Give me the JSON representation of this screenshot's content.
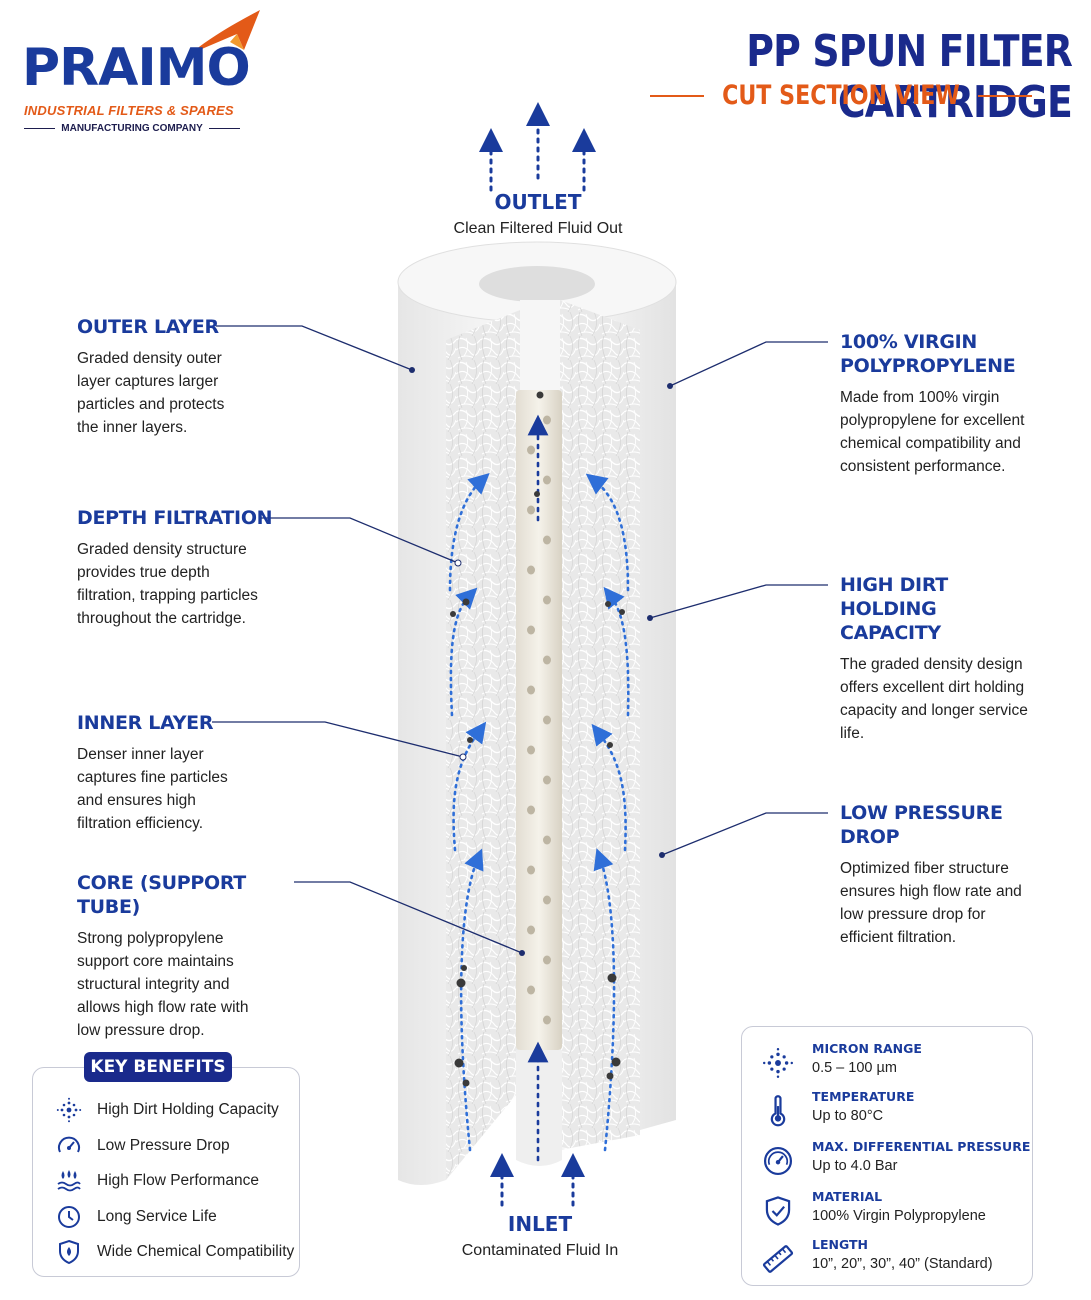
{
  "brand": {
    "name": "PRAIMO",
    "tagline": "INDUSTRIAL FILTERS & SPARES",
    "company": "MANUFACTURING COMPANY"
  },
  "header": {
    "title": "PP SPUN FILTER CARTRIDGE",
    "subtitle": "CUT SECTION VIEW"
  },
  "flow": {
    "outlet_title": "OUTLET",
    "outlet_sub": "Clean Filtered Fluid Out",
    "inlet_title": "INLET",
    "inlet_sub": "Contaminated Fluid In"
  },
  "callouts_left": [
    {
      "title": "OUTER LAYER",
      "text": "Graded density outer layer captures larger particles and protects the inner layers."
    },
    {
      "title": "DEPTH FILTRATION",
      "text": "Graded density structure provides true depth filtration, trapping particles throughout the cartridge."
    },
    {
      "title": "INNER LAYER",
      "text": "Denser inner layer captures fine particles and ensures high filtration efficiency."
    },
    {
      "title": "CORE (SUPPORT TUBE)",
      "text": "Strong polypropylene support core maintains structural integrity and allows high flow rate with low pressure drop."
    }
  ],
  "callouts_right": [
    {
      "title": "100% VIRGIN POLYPROPYLENE",
      "text": "Made from 100% virgin polypropylene for excellent chemical compatibility and consistent performance."
    },
    {
      "title": "HIGH DIRT HOLDING CAPACITY",
      "text": "The graded density design offers excellent dirt holding capacity and longer service life."
    },
    {
      "title": "LOW PRESSURE DROP",
      "text": "Optimized fiber structure ensures high flow rate and low pressure drop for efficient filtration."
    }
  ],
  "key_benefits": {
    "title": "KEY BENEFITS",
    "items": [
      {
        "label": "High Dirt Holding Capacity",
        "icon": "dots-burst-icon"
      },
      {
        "label": "Low Pressure Drop",
        "icon": "gauge-icon"
      },
      {
        "label": "High Flow Performance",
        "icon": "water-flow-icon"
      },
      {
        "label": "Long Service Life",
        "icon": "clock-icon"
      },
      {
        "label": "Wide Chemical Compatibility",
        "icon": "shield-drop-icon"
      }
    ]
  },
  "specs": [
    {
      "label": "MICRON RANGE",
      "value": "0.5 – 100 µm",
      "icon": "dots-burst-icon"
    },
    {
      "label": "TEMPERATURE",
      "value": "Up to 80°C",
      "icon": "thermometer-icon"
    },
    {
      "label": "MAX. DIFFERENTIAL PRESSURE",
      "value": "Up to 4.0 Bar",
      "icon": "gauge-icon"
    },
    {
      "label": "MATERIAL",
      "value": "100% Virgin Polypropylene",
      "icon": "shield-check-icon"
    },
    {
      "label": "LENGTH",
      "value": "10”, 20”, 30”, 40” (Standard)",
      "icon": "ruler-icon"
    }
  ],
  "colors": {
    "primary": "#1a3b9c",
    "accent": "#e35a18",
    "flow_arrow": "#2f6fd8"
  }
}
